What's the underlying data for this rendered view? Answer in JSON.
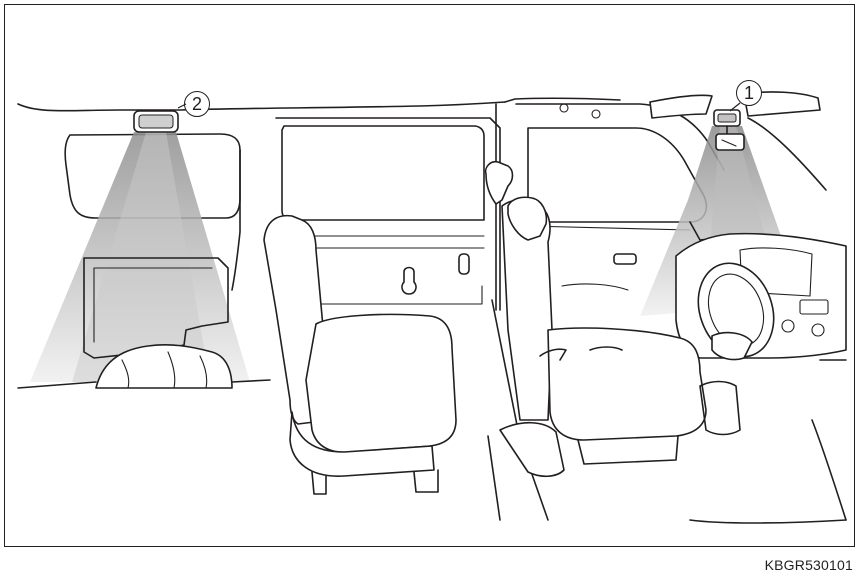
{
  "callouts": {
    "front_light": "1",
    "rear_light": "2"
  },
  "figure_code": "KBGR530101",
  "icons": [
    "front-interior-light-icon",
    "rear-interior-light-icon",
    "rearview-mirror-icon",
    "steering-wheel-icon"
  ],
  "colors": {
    "line": "#231f20",
    "beam_dark": "#9a9a9a",
    "beam_light": "#e6e6e6",
    "background": "#ffffff"
  }
}
